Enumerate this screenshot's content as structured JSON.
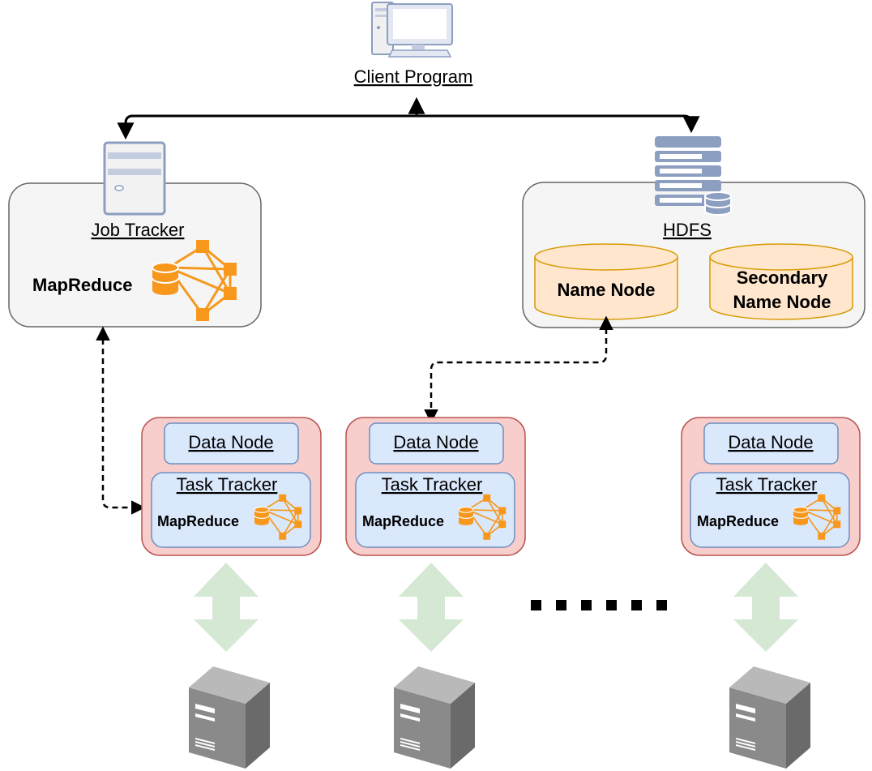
{
  "client": {
    "label": "Client Program"
  },
  "job_tracker": {
    "label": "Job Tracker",
    "mapreduce_label": "MapReduce"
  },
  "hdfs": {
    "label": "HDFS",
    "name_node": "Name Node",
    "secondary_line1": "Secondary",
    "secondary_line2": "Name Node"
  },
  "workers": [
    {
      "data_node": "Data Node",
      "task_tracker": "Task Tracker",
      "mapreduce": "MapReduce"
    },
    {
      "data_node": "Data Node",
      "task_tracker": "Task Tracker",
      "mapreduce": "MapReduce"
    },
    {
      "data_node": "Data Node",
      "task_tracker": "Task Tracker",
      "mapreduce": "MapReduce"
    }
  ],
  "colors": {
    "panel_fill": "#f5f5f5",
    "panel_stroke": "#666666",
    "worker_fill": "#f8cecc",
    "worker_stroke": "#b85450",
    "node_fill": "#dae8fc",
    "node_stroke": "#6c8ebf",
    "cylinder_fill": "#ffe6cc",
    "cylinder_stroke": "#d79b00",
    "mapreduce_orange": "#f7981d",
    "transfer_arrow": "#d5e8d4"
  },
  "icons": [
    "computer-icon",
    "server-tower-icon",
    "server-rack-icon",
    "mapreduce-icon",
    "double-arrow-icon",
    "server-box-icon"
  ]
}
